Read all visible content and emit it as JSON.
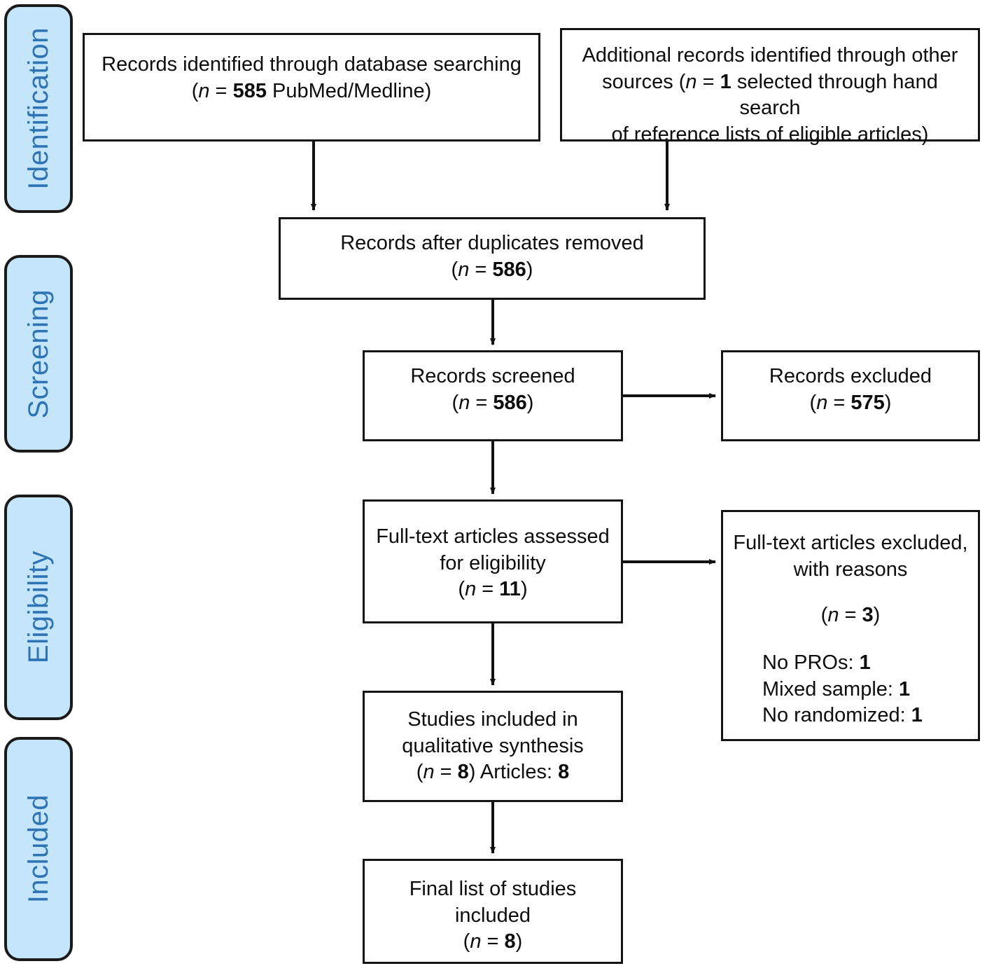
{
  "diagram": {
    "title": "PRISMA flow diagram",
    "stages": [
      {
        "id": "identification",
        "label": "Identification"
      },
      {
        "id": "screening",
        "label": "Screening"
      },
      {
        "id": "eligibility",
        "label": "Eligibility"
      },
      {
        "id": "included",
        "label": "Included"
      }
    ],
    "accent_color": "#2e74b5",
    "stage_fill_color": "#c5e6fa",
    "box_border_color": "#141414",
    "boxes": {
      "db_search": {
        "line1": "Records identified through database searching",
        "line2_pre": "(",
        "line2_n": "n",
        "line2_eq": " = ",
        "line2_count": "585",
        "line2_post": " PubMed/Medline)"
      },
      "other_sources": {
        "line1": "Additional records identified through other",
        "line2_pre": "sources (",
        "line2_n": "n",
        "line2_eq": " = ",
        "line2_count": "1",
        "line2_post": "  selected through hand search",
        "line3": "of reference lists of eligible articles)"
      },
      "after_duplicates": {
        "line1": "Records after duplicates removed",
        "line2_pre": "(",
        "line2_n": "n",
        "line2_eq": " = ",
        "line2_count": "586",
        "line2_post": ")"
      },
      "records_screened": {
        "line1": "Records screened",
        "line2_pre": "(",
        "line2_n": "n",
        "line2_eq": " = ",
        "line2_count": "586",
        "line2_post": ")"
      },
      "records_excluded": {
        "line1": "Records excluded",
        "line2_pre": "(",
        "line2_n": "n",
        "line2_eq": " = ",
        "line2_count": "575",
        "line2_post": ")"
      },
      "fulltext_assessed": {
        "line1": "Full-text articles assessed",
        "line2": "for eligibility",
        "line3_pre": "(",
        "line3_n": "n",
        "line3_eq": " = ",
        "line3_count": "11",
        "line3_post": ")"
      },
      "fulltext_excluded": {
        "line1": "Full-text articles excluded,",
        "line2": "with reasons",
        "line3_pre": "(",
        "line3_n": "n",
        "line3_eq": " = ",
        "line3_count": "3",
        "line3_post": ")",
        "reasons": [
          {
            "label": "No PROs: ",
            "count": "1"
          },
          {
            "label": "Mixed sample: ",
            "count": "1"
          },
          {
            "label": "No randomized: ",
            "count": "1"
          }
        ]
      },
      "qualitative_synthesis": {
        "line1": "Studies included in",
        "line2": "qualitative synthesis",
        "line3_pre": "(",
        "line3_n": "n",
        "line3_eq": " = ",
        "line3_count": "8",
        "line3_post": ") Articles: ",
        "line3_articles": "8"
      },
      "final_list": {
        "line1": "Final list of studies",
        "line2": "included",
        "line3_pre": "(",
        "line3_n": "n",
        "line3_eq": " = ",
        "line3_count": "8",
        "line3_post": ")"
      }
    }
  }
}
